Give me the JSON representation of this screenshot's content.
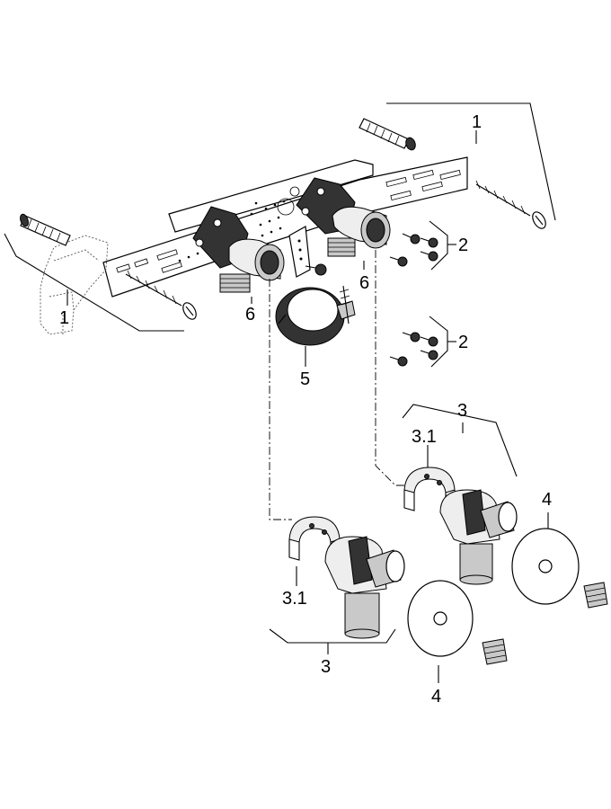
{
  "diagram": {
    "labels": [
      {
        "id": "frame-right",
        "text": "1"
      },
      {
        "id": "frame-left",
        "text": "1"
      },
      {
        "id": "screws-upper",
        "text": "2"
      },
      {
        "id": "screws-lower",
        "text": "2"
      },
      {
        "id": "set-right",
        "text": "3"
      },
      {
        "id": "set-left",
        "text": "3"
      },
      {
        "id": "plate-right",
        "text": "3.1"
      },
      {
        "id": "plate-left",
        "text": "3.1"
      },
      {
        "id": "rosette-right",
        "text": "4"
      },
      {
        "id": "rosette-left",
        "text": "4"
      },
      {
        "id": "clamp",
        "text": "5"
      },
      {
        "id": "elbow-left",
        "text": "6"
      },
      {
        "id": "elbow-right",
        "text": "6"
      }
    ]
  }
}
